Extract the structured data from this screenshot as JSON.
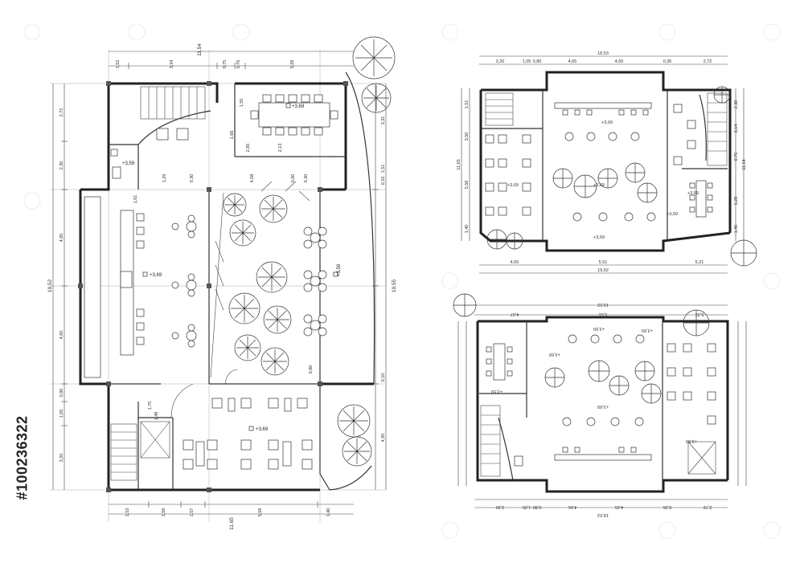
{
  "watermark": {
    "id": "#100236322",
    "stock_id": "#100236322"
  },
  "plan_a": {
    "level_main": "+3,69",
    "level_upper": "+3,69",
    "level_meeting": "+3,69",
    "level_garden": "+3,59",
    "level_wc": "+3,59",
    "top_dims": [
      "1,52",
      "3,34",
      "0,75",
      "0,75",
      "5,28"
    ],
    "top_total": "11,54",
    "bottom_dims": [
      "1,53",
      "1,58",
      "1,57",
      "5,58",
      "1,40"
    ],
    "bottom_total": "11,65",
    "left_dims": [
      "2,72",
      "2,30",
      "4,85",
      "4,60",
      "0,80",
      "1,05",
      "3,20"
    ],
    "left_total": "19,52",
    "right_dims": [
      "3,31",
      "1,51",
      "0,10",
      "0,10",
      "4,95"
    ],
    "right_total": "19,55",
    "inner_dims": [
      "1,55",
      "1,66",
      "2,85",
      "2,13",
      "4,08",
      "0,60",
      "0,30",
      "1,29",
      "1,61",
      "0,80",
      "1,75",
      "1,48",
      "0,30"
    ]
  },
  "plan_b": {
    "top_dims": [
      "3,20",
      "1,05",
      "0,80",
      "4,65",
      "4,65",
      "0,35",
      "2,72"
    ],
    "top_total": "18,53",
    "bottom_dims": [
      "4,65",
      "5,51",
      "5,21"
    ],
    "bottom_total": "19,52",
    "left_dims": [
      "1,51",
      "3,50",
      "5,56",
      "1,40"
    ],
    "left_total": "11,65",
    "right_dims": [
      "2,30",
      "3,14",
      "5,28",
      "0,75",
      "1,45"
    ],
    "right_total": "11,54",
    "levels": [
      "+3,69",
      "+3,69",
      "+3,69",
      "+3,59",
      "+3,69",
      "+3,59"
    ]
  },
  "plan_c": {
    "top_dims": [
      "4,67",
      "5,51",
      "5,21"
    ],
    "top_total": "19,52",
    "bottom_dims": [
      "2,72",
      "0,35",
      "4,65",
      "4,65",
      "0,80",
      "1,05",
      "3,20"
    ],
    "bottom_total": "18,53",
    "levels": [
      "+3,69",
      "+3,69",
      "+3,59",
      "+3,69",
      "+3,69",
      "+3,59"
    ]
  }
}
